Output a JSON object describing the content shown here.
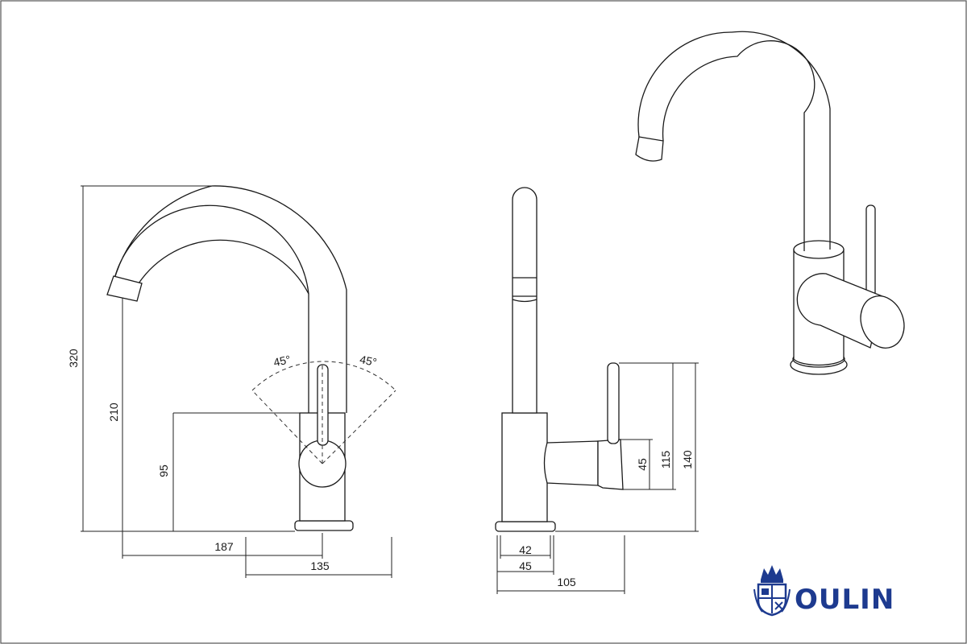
{
  "drawing": {
    "front_view": {
      "height_total": "320",
      "height_spout": "210",
      "height_body": "95",
      "reach_spout": "187",
      "reach_handle": "135",
      "angle_left": "45°",
      "angle_right": "45°"
    },
    "side_view": {
      "height_handle": "45",
      "height_lever": "115",
      "height_total": "140",
      "base_inner": "42",
      "base_outer": "45",
      "depth_total": "105"
    }
  },
  "brand": {
    "name": "OULIN",
    "color": "#1d3a8f"
  }
}
